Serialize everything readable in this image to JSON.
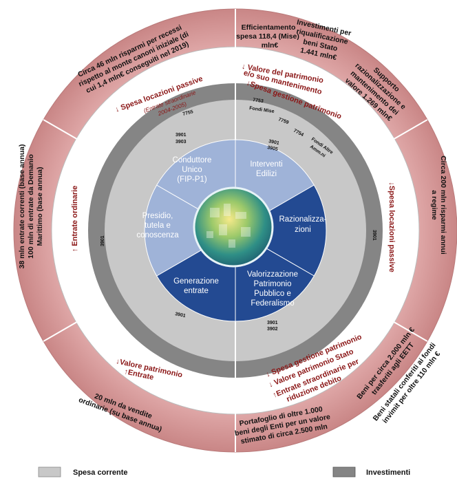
{
  "colors": {
    "outer_ring": "#d99a9a",
    "outer_ring_dark": "#c98686",
    "white_ring": "#ffffff",
    "spesa_corrente": "#c8c8c8",
    "investimenti": "#858585",
    "wedge_light": "#9fb3d8",
    "wedge_dark": "#234a92",
    "arrow_red": "#9b1c1c",
    "text_dark": "#111111"
  },
  "icons": {
    "up": "↑",
    "down": "↓"
  },
  "outer_texts": {
    "top_left": [
      "Circa 46 mln risparmi per recessi",
      "rispetto al monte canoni iniziale (di",
      "cui 1,4 mln€ conseguiti nel 2019)"
    ],
    "top_mid_a": [
      "Efficientamento",
      "spesa 118,4 (Mise)",
      "mln€"
    ],
    "top_mid_b": [
      "Investimenti per",
      "riqualificazione",
      "beni Stato",
      "1.441 mln€"
    ],
    "top_right": [
      "Supporto",
      "razionalizzazione e",
      "mantenimento dei",
      "valore 1.269 mln€"
    ],
    "right": [
      "Circa 200 mln risparmi annui",
      "a regime"
    ],
    "bottom_right_a": [
      "Beni per circa 2.000 mln €",
      "trasferiti agli EETT"
    ],
    "bottom_right_b": [
      "Beni statali conferiti ai fondi",
      "invimit per oltre 110 mln €"
    ],
    "bottom_mid": [
      "Portafoglio di oltre 1.000",
      "beni degli Enti per un valore",
      "stimato di circa 2.500 mln"
    ],
    "bottom_left": [
      "20 mln da vendite",
      "ordinarie (su base annua)"
    ],
    "left": [
      "38 mln entrate correnti (base annua)",
      "100 mln di entrate da Demanio",
      "Marittimo (base annua)"
    ]
  },
  "white_texts": {
    "top_left_label": "Spesa locazioni passive",
    "top_left_sub": [
      "(Entrate straordinarie",
      "2004-2005)"
    ],
    "top_right_1": "Valore del patrimonio",
    "top_right_2": "e/o suo mantenimento",
    "top_right_3": "Spesa gestione patrimonio",
    "right": "Spesa locazioni passive",
    "left": "Entrate ordinarie",
    "bottom_left_1": "Valore patrimonio",
    "bottom_left_2": "Entrate",
    "bottom_right_1": "Spesa gestione patrimonio",
    "bottom_right_2": "Valore patrimonio Stato",
    "bottom_right_3": "Entrate straordinarie per",
    "bottom_right_4": "riduzione debito"
  },
  "grey_codes": {
    "c7755": "7755",
    "c7753": "7753",
    "fondi_mise": "Fondi Mise",
    "c7759": "7759",
    "c7754": "7754",
    "fondi_altre": "Fondi Altre",
    "amm": "Amm.ni",
    "left_3901": "3901",
    "right_3901": "3901",
    "bl_3901": "3901",
    "tl_3901": "3901",
    "tl_3903": "3903",
    "tr_3901": "3901",
    "tr_3905": "3905",
    "br_3901": "3901",
    "br_3902": "3902"
  },
  "wedges": {
    "conduttore": [
      "Conduttore",
      "Unico",
      "(FIP-P1)"
    ],
    "interventi": [
      "Interventi",
      "Edilizi"
    ],
    "razionalizzazioni": [
      "Razionalizza-",
      "zioni"
    ],
    "valorizzazione": [
      "Valorizzazione",
      "Patrimonio",
      "Pubblico e",
      "Federalismo"
    ],
    "generazione": [
      "Generazione",
      "entrate"
    ],
    "presidio": [
      "Presidio,",
      "tutela e",
      "conoscenza"
    ]
  },
  "legend": {
    "spesa_corrente": "Spesa corrente",
    "investimenti": "Investimenti"
  }
}
